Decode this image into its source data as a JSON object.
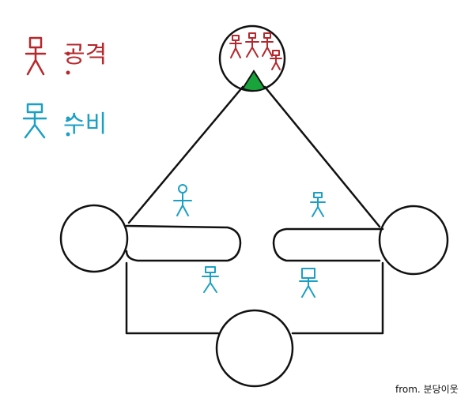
{
  "legend": {
    "attack_label": "공격",
    "defense_label": "수비"
  },
  "credit": "from. 분당이웃",
  "colors": {
    "attack": "#b5282d",
    "defense": "#1ba0c4",
    "outline": "#111111",
    "wedge": "#18a43a"
  },
  "icons": [
    "stick-figure-icon"
  ]
}
